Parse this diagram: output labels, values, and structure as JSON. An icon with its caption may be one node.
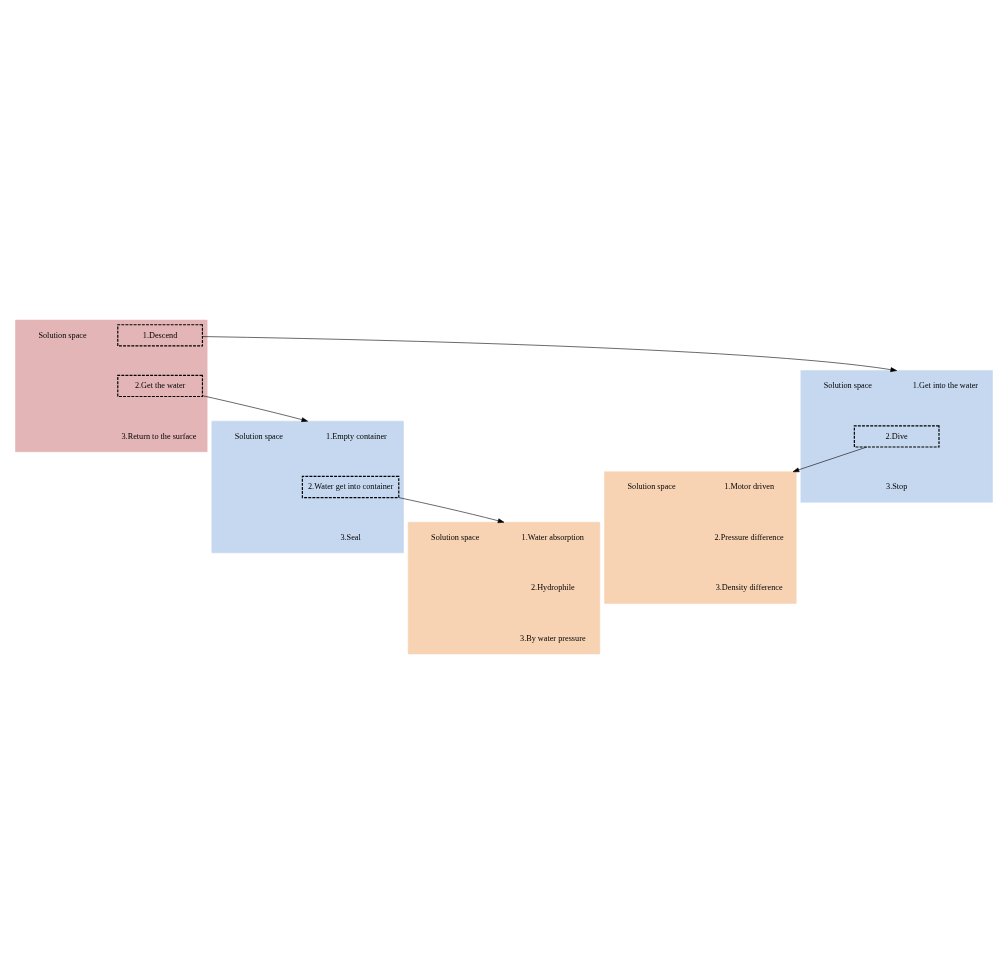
{
  "diagram": {
    "nodes": [
      {
        "text": [],
        "shape": "box"
      },
      {
        "text": [
          "1.Descend"
        ],
        "in": 0
      },
      {
        "text": [
          "Solution space"
        ],
        "in": 0
      },
      {
        "text": [
          "2.Get the water"
        ],
        "in": 0
      },
      {
        "text": [
          "3.Return to the surface"
        ],
        "in": 0
      },
      {
        "text": [],
        "shape": "box"
      },
      {
        "text": [
          "1.Empty container"
        ],
        "in": 5
      },
      {
        "text": [
          "Solution space"
        ],
        "in": 5
      },
      {
        "text": [
          "2.Water get into container"
        ],
        "in": 5
      },
      {
        "text": [
          "3.Seal"
        ],
        "in": 5
      },
      {
        "text": [],
        "shape": "box"
      },
      {
        "text": [
          "1.Get into the water"
        ],
        "in": 10
      },
      {
        "text": [
          "Solution space"
        ],
        "in": 10
      },
      {
        "text": [
          "2.Dive"
        ],
        "in": 10
      },
      {
        "text": [
          "3.Stop"
        ],
        "in": 10
      },
      {
        "text": [],
        "shape": "box"
      },
      {
        "text": [
          "1.Water absorption"
        ],
        "in": 15
      },
      {
        "text": [
          "Solution space"
        ],
        "in": 15
      },
      {
        "text": [
          "2.Hydrophile"
        ],
        "in": 15
      },
      {
        "text": [
          "3.By water pressure"
        ],
        "in": 15
      },
      {
        "text": [],
        "shape": "box"
      },
      {
        "text": [
          "1.Motor driven"
        ],
        "in": 20
      },
      {
        "text": [
          "Solution space"
        ],
        "in": 20
      },
      {
        "text": [
          "2.Pressure difference"
        ],
        "in": 20
      },
      {
        "text": [
          "3.Density difference"
        ],
        "in": 20
      }
    ],
    "edges": [
      {
        "from": 1,
        "to": 10,
        "arrow": "to"
      },
      {
        "from": 3,
        "to": 5,
        "arrow": "to"
      },
      {
        "from": 8,
        "to": 15,
        "arrow": "to"
      },
      {
        "from": 13,
        "to": 20,
        "arrow": "to"
      }
    ]
  }
}
